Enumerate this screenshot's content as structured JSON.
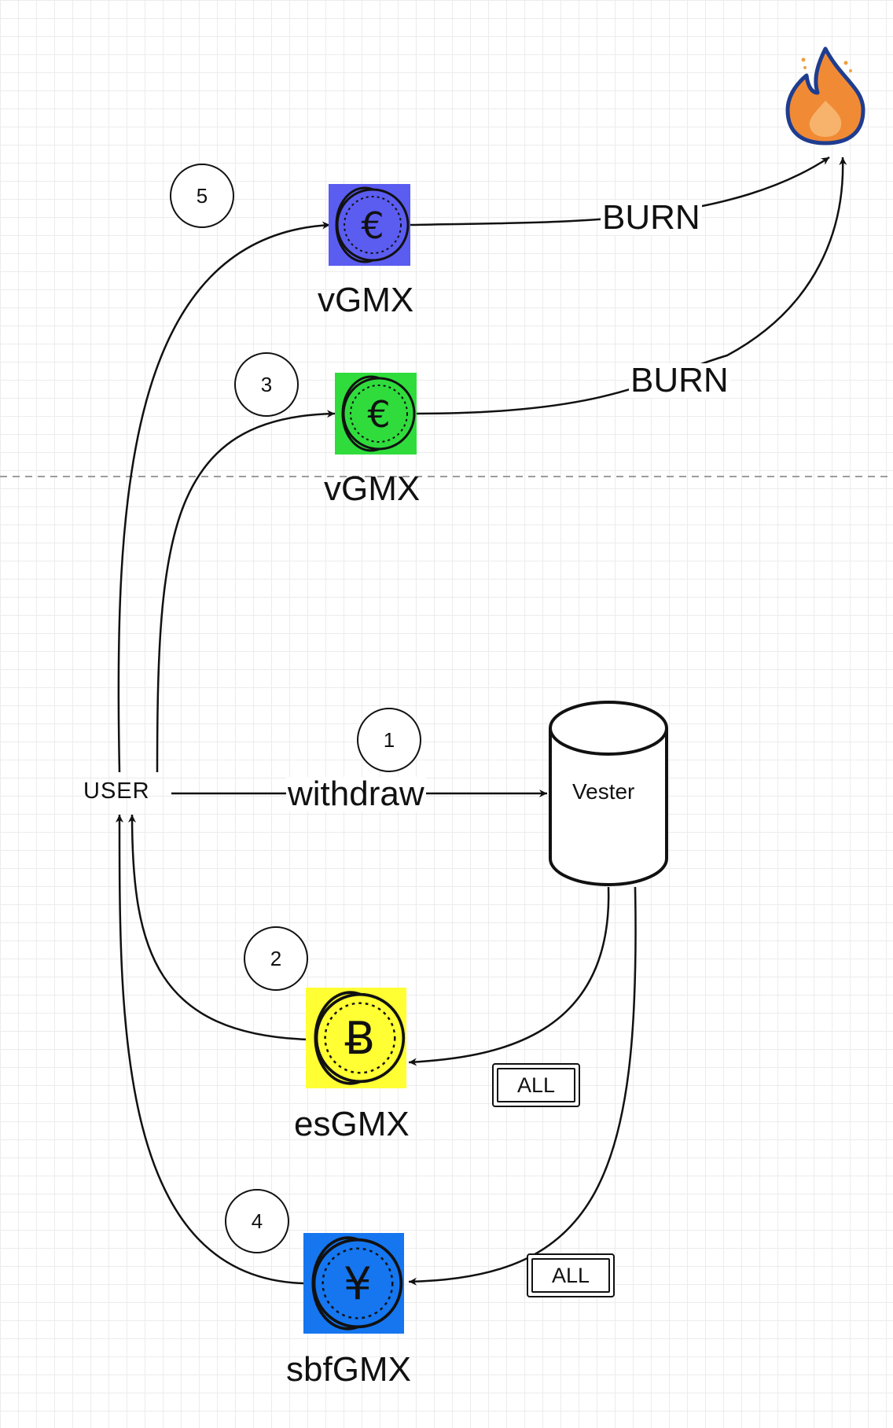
{
  "nodes": {
    "user": "USER",
    "vester": "Vester"
  },
  "tokens": {
    "vgmx_top": {
      "label": "vGMX",
      "color": "#5b5cf0",
      "symbol": "€"
    },
    "vgmx_mid": {
      "label": "vGMX",
      "color": "#2fdc3c",
      "symbol": "€"
    },
    "esgmx": {
      "label": "esGMX",
      "color": "#ffff33",
      "symbol": "Ƀ"
    },
    "sbfgmx": {
      "label": "sbfGMX",
      "color": "#1576f0",
      "symbol": "¥"
    }
  },
  "edges": {
    "withdraw": "withdraw",
    "burn_top": "BURN",
    "burn_mid": "BURN"
  },
  "steps": {
    "s1": "1",
    "s2": "2",
    "s3": "3",
    "s4": "4",
    "s5": "5"
  },
  "badges": {
    "all_es": "ALL",
    "all_sbf": "ALL"
  },
  "colors": {
    "flame_outline": "#1f3d8f",
    "flame_fill": "#f08a35",
    "flame_inner": "#f7b36b",
    "separator": "#9c9c9c"
  }
}
